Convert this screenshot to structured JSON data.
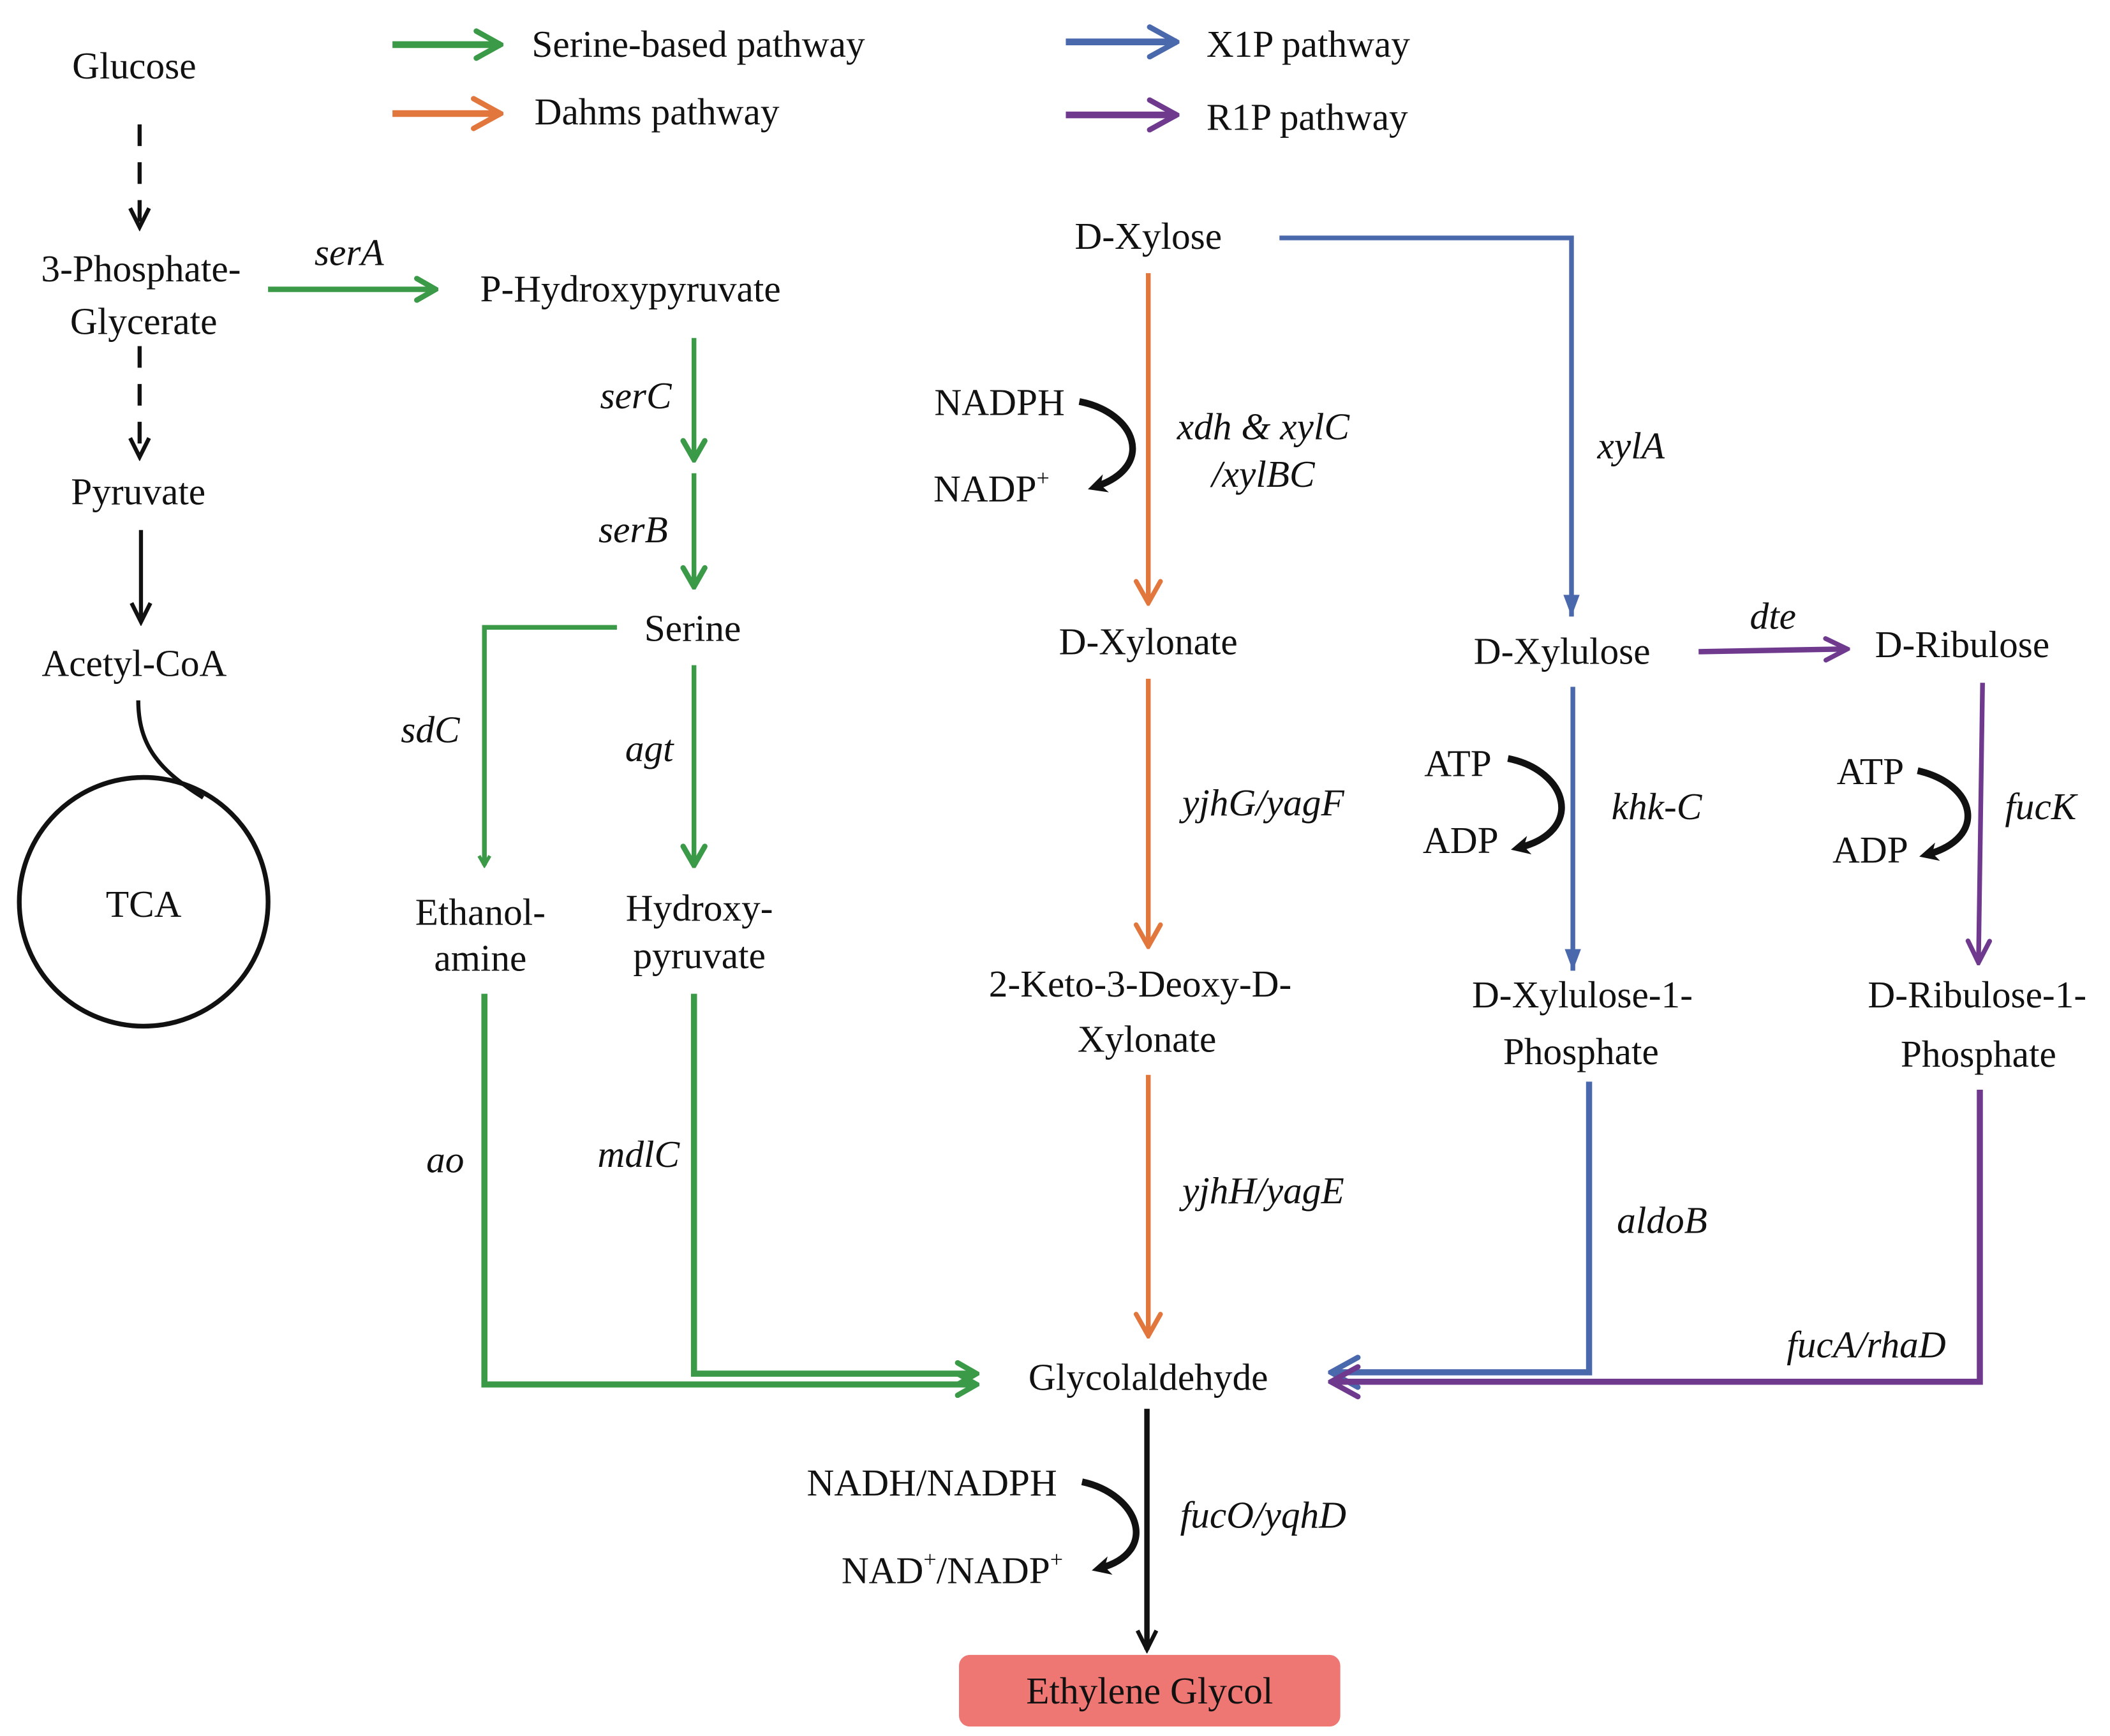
{
  "legend": [
    {
      "label": "Serine-based pathway",
      "color": "#3a9a47"
    },
    {
      "label": "Dahms pathway",
      "color": "#e2773d"
    },
    {
      "label": "X1P pathway",
      "color": "#4a68ac"
    },
    {
      "label": "R1P pathway",
      "color": "#6f3a8e"
    }
  ],
  "metabolites": {
    "glucose": "Glucose",
    "pg_line1": "3-Phosphate-",
    "pg_line2": "Glycerate",
    "pyruvate": "Pyruvate",
    "acetyl_coa": "Acetyl-CoA",
    "tca": "TCA",
    "p_hydroxypyruvate": "P-Hydroxypyruvate",
    "serine": "Serine",
    "ethanolamine_line1": "Ethanol-",
    "ethanolamine_line2": "amine",
    "hydroxypyruvate_line1": "Hydroxy-",
    "hydroxypyruvate_line2": "pyruvate",
    "d_xylose": "D-Xylose",
    "d_xylonate": "D-Xylonate",
    "kdx_line1": "2-Keto-3-Deoxy-D-",
    "kdx_line2": "Xylonate",
    "d_xylulose": "D-Xylulose",
    "d_ribulose": "D-Ribulose",
    "x1p_line1": "D-Xylulose-1-",
    "x1p_line2": "Phosphate",
    "r1p_line1": "D-Ribulose-1-",
    "r1p_line2": "Phosphate",
    "glycolaldehyde": "Glycolaldehyde",
    "ethylene_glycol": "Ethylene Glycol"
  },
  "enzymes": {
    "serA": "serA",
    "serC": "serC",
    "serB": "serB",
    "sdC": "sdC",
    "agt": "agt",
    "ao": "ao",
    "mdlC": "mdlC",
    "xdh_line1": "xdh & xylC",
    "xdh_line2": "/xylBC",
    "yjhG": "yjhG/yagF",
    "yjhH": "yjhH/yagE",
    "xylA": "xylA",
    "dte": "dte",
    "khkC": "khk-C",
    "fucK": "fucK",
    "aldoB": "aldoB",
    "fucA": "fucA/rhaD",
    "fucO": "fucO/yqhD"
  },
  "cofactors": {
    "nadph": "NADPH",
    "nadp_base": "NADP",
    "plus": "+",
    "atp1": "ATP",
    "adp1": "ADP",
    "atp2": "ATP",
    "adp2": "ADP",
    "nadh_nadph": "NADH/NADPH",
    "nad_base": "NAD",
    "slash_nadp": "/NADP"
  },
  "colors": {
    "serine": "#3a9a47",
    "dahms": "#e2773d",
    "x1p": "#4a68ac",
    "r1p": "#6f3a8e",
    "product_box": "#ee7673"
  }
}
